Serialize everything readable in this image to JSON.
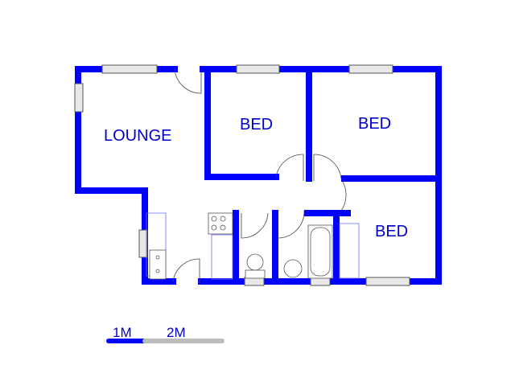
{
  "rooms": {
    "lounge": "LOUNGE",
    "bed1": "BED",
    "bed2": "BED",
    "bed3": "BED"
  },
  "scale_bar": {
    "label_1": "1M",
    "label_2": "2M"
  },
  "colors": {
    "wall": "#0000ff",
    "label": "#0000cc",
    "scale_grey": "#bdbdbd"
  }
}
